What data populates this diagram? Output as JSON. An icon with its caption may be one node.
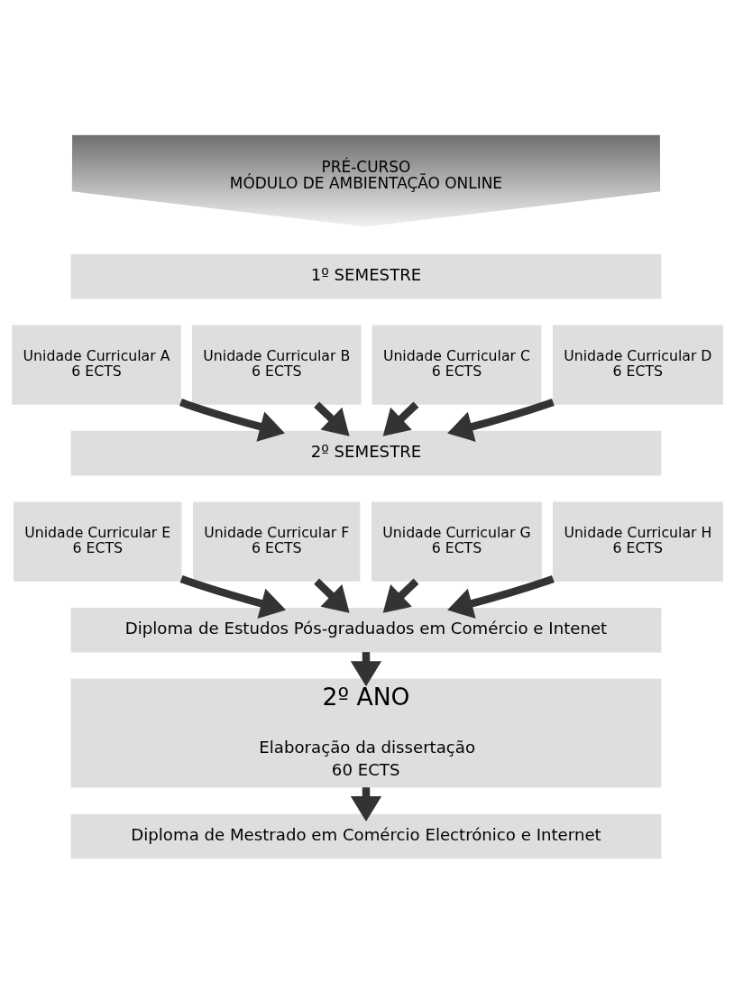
{
  "diagram": {
    "nodes": [
      {
        "text": [
          "PRÉ-CURSO",
          "MÓDULO DE AMBIENTAÇÃO ONLINE"
        ]
      },
      {
        "text": [
          "1º SEMESTRE"
        ]
      },
      {
        "text": [
          "Unidade Curricular A 6 ECTS"
        ]
      },
      {
        "text": [
          "Unidade Curricular B 6 ECTS"
        ]
      },
      {
        "text": [
          "Unidade Curricular C 6 ECTS"
        ]
      },
      {
        "text": [
          "Unidade Curricular D 6 ECTS"
        ]
      },
      {
        "text": [
          "2º SEMESTRE"
        ]
      },
      {
        "text": [
          "Unidade Curricular E 6 ECTS"
        ]
      },
      {
        "text": [
          "Unidade Curricular F 6 ECTS"
        ]
      },
      {
        "text": [
          "Unidade Curricular G 6 ECTS"
        ]
      },
      {
        "text": [
          "Unidade Curricular H 6 ECTS"
        ]
      },
      {
        "text": [
          "Diploma de Estudos Pós-graduados em Comércio e Intenet"
        ]
      },
      {
        "text": [
          "2º ANO",
          "Elaboração da dissertação",
          "60 ECTS"
        ]
      },
      {
        "text": [
          "Diploma de Mestrado em Comércio Electrónico e Internet"
        ]
      }
    ],
    "edges": [
      {
        "from": 2,
        "to": 6,
        "arrow": "to"
      },
      {
        "from": 3,
        "to": 6,
        "arrow": "to"
      },
      {
        "from": 4,
        "to": 6,
        "arrow": "to"
      },
      {
        "from": 5,
        "to": 6,
        "arrow": "to"
      },
      {
        "from": 7,
        "to": 11,
        "arrow": "to"
      },
      {
        "from": 8,
        "to": 11,
        "arrow": "to"
      },
      {
        "from": 9,
        "to": 11,
        "arrow": "to"
      },
      {
        "from": 10,
        "to": 11,
        "arrow": "to"
      },
      {
        "from": 11,
        "to": 12,
        "arrow": "to"
      },
      {
        "from": 12,
        "to": 13,
        "arrow": "to"
      }
    ]
  }
}
